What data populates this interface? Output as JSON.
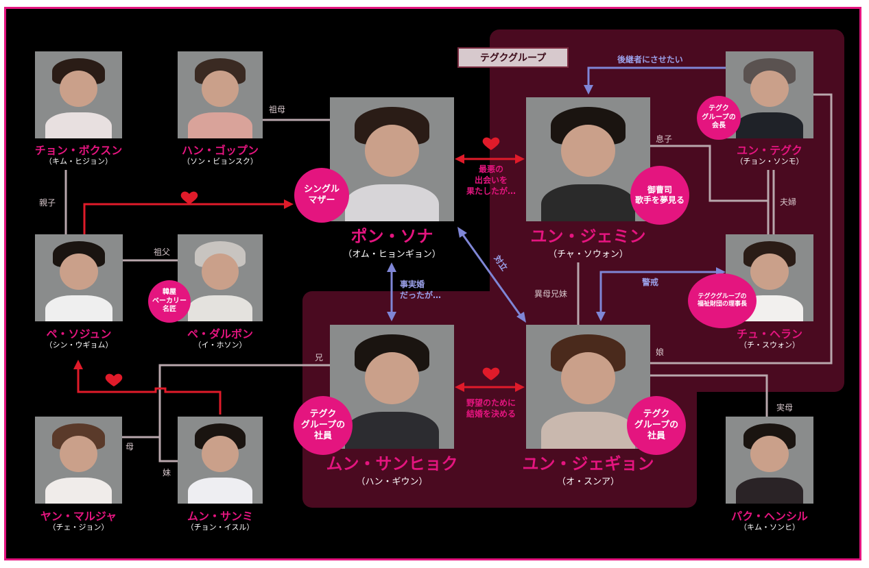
{
  "group_label": "テグクグループ",
  "people": [
    {
      "key": "bokusun",
      "name": "チョン・ボクスン",
      "actor": "（キム・ヒジョン）"
    },
    {
      "key": "goppun",
      "name": "ハン・ゴップン",
      "actor": "（ソン・ビョンスク）"
    },
    {
      "key": "sona",
      "name": "ポン・ソナ",
      "actor": "（オム・ヒョンギョン）"
    },
    {
      "key": "jemin",
      "name": "ユン・ジェミン",
      "actor": "（チャ・ソウォン）"
    },
    {
      "key": "tegku",
      "name": "ユン・テグク",
      "actor": "（チョン・ソンモ）"
    },
    {
      "key": "sojun",
      "name": "ペ・ソジュン",
      "actor": "（シン・ウギョム）"
    },
    {
      "key": "darubon",
      "name": "ペ・ダルボン",
      "actor": "（イ・ホソン）"
    },
    {
      "key": "heran",
      "name": "チュ・ヘラン",
      "actor": "（チ・スウォン）"
    },
    {
      "key": "sanhyok",
      "name": "ムン・サンヒョク",
      "actor": "（ハン・ギウン）"
    },
    {
      "key": "jegyon",
      "name": "ユン・ジェギョン",
      "actor": "（オ・スンア）"
    },
    {
      "key": "maruja",
      "name": "ヤン・マルジャ",
      "actor": "（チェ・ジョン）"
    },
    {
      "key": "sanmi",
      "name": "ムン・サンミ",
      "actor": "（チョン・イスル）"
    },
    {
      "key": "hensil",
      "name": "パク・ヘンシル",
      "actor": "（キム・ソンヒ）"
    }
  ],
  "badges": {
    "sona": "シングル\nマザー",
    "jemin": "御曹司\n歌手を夢見る",
    "tegku": "テグク\nグループの\n会長",
    "darubon": "韓屋\nベーカリー\n名匠",
    "heran": "テグクグループの\n福祉財団の理事長",
    "sanhyok": "テグク\nグループの\n社員",
    "jegyon": "テグク\nグループの\n社員"
  },
  "relations": {
    "grandmother": "祖母",
    "parent_child": "親子",
    "grandfather": "祖父",
    "son": "息子",
    "spouse": "夫婦",
    "half_sibling": "異母兄妹",
    "daughter": "娘",
    "older_brother": "兄",
    "mother": "母",
    "younger_sister": "妹",
    "biological_mother": "実母"
  },
  "arrows": {
    "successor": "後継者にさせたい",
    "worst_meeting": "最悪の\n出会いを\n果たしたが…",
    "confront": "対立",
    "common_law": "事実婚\nだったが…",
    "wary": "警戒",
    "ambition": "野望のために\n結婚を決める"
  },
  "colors": {
    "accent": "#e4157f",
    "panel": "#4a0a20",
    "blue": "#7f86d6",
    "red": "#e01b2a",
    "line": "#b9a7ad"
  }
}
